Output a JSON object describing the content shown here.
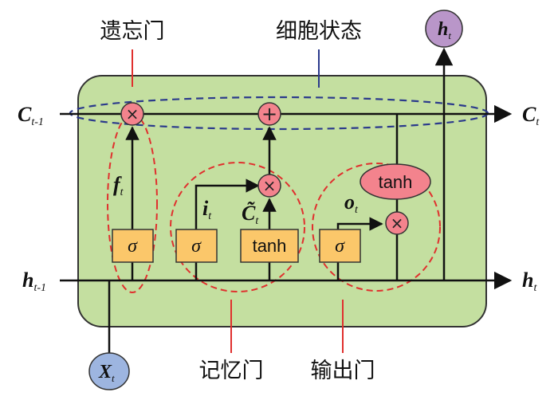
{
  "labels": {
    "forget_gate": "遗忘门",
    "cell_state": "细胞状态",
    "memory_gate": "记忆门",
    "output_gate": "输出门"
  },
  "vars": {
    "c_prev": {
      "main": "C",
      "sub": "t-1"
    },
    "c_out": {
      "main": "C",
      "sub": "t"
    },
    "h_prev": {
      "main": "h",
      "sub": "t-1"
    },
    "h_out_right": {
      "main": "h",
      "sub": "t"
    },
    "h_out_top": {
      "main": "h",
      "sub": "t"
    },
    "x_in": {
      "main": "X",
      "sub": "t"
    },
    "f_gate": {
      "main": "f",
      "sub": "t"
    },
    "i_gate": {
      "main": "i",
      "sub": "t"
    },
    "c_tilde": {
      "main": "C̃",
      "sub": "t"
    },
    "o_gate": {
      "main": "o",
      "sub": "t"
    }
  },
  "blocks": {
    "sigma_forget": "σ",
    "sigma_input": "σ",
    "tanh_candidate": "tanh",
    "sigma_output": "σ",
    "tanh_output": "tanh"
  },
  "ops": {
    "forget_multiply": "×",
    "cell_add": "+",
    "input_multiply": "×",
    "output_multiply": "×"
  },
  "colors": {
    "cell_fill": "#c4dfa0",
    "cell_stroke": "#333333",
    "gate_fill": "#fbc76a",
    "op_fill": "#f3838d",
    "tanh_fill": "#f3838d",
    "h_node_fill": "#b996c9",
    "x_node_fill": "#9db5e0",
    "gate_ellipse": "#e0302e",
    "cell_state_ellipse": "#2b3a8c",
    "pointer_red": "#e0302e",
    "pointer_blue": "#2b3a8c",
    "line": "#111111"
  }
}
